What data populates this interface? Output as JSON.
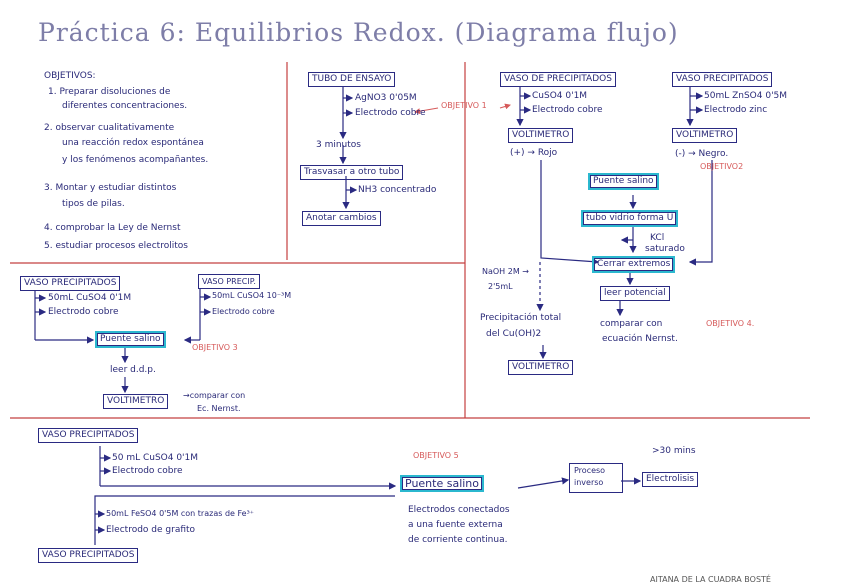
{
  "title": "Práctica 6: Equilibrios Redox. (Diagrama flujo)",
  "objetivos": {
    "heading": "OBJETIVOS:",
    "items": [
      "1. Preparar disoluciones de",
      "diferentes concentraciones.",
      "2. observar cualitativamente",
      "una reacción redox espontánea",
      "y los fenómenos acompañantes.",
      "3. Montar y estudiar distintos",
      "tipos de pilas.",
      "4. comprobar la Ley de Nernst",
      "5. estudiar procesos electrolitos"
    ]
  },
  "tubo": {
    "box1": "TUBO DE ENSAYO",
    "add1": "AgNO3 0'05M",
    "add2": "Electrodo cobre",
    "objetivo": "OBJETIVO 1",
    "wait": "3 minutos",
    "box2": "Trasvasar a otro tubo",
    "add3": "NH3 concentrado",
    "box3": "Anotar cambios"
  },
  "celda": {
    "vaso1": "VASO DE PRECIPITADOS",
    "vaso1_add1": "CuSO4 0'1M",
    "vaso1_add2": "Electrodo cobre",
    "vaso2": "VASO PRECIPITADOS",
    "vaso2_add1": "50mL ZnSO4 0'5M",
    "vaso2_add2": "Electrodo zinc",
    "volt1": "VOLTIMETRO",
    "volt1_note": "(+) → Rojo",
    "volt2": "VOLTIMETRO",
    "volt2_note": "(-) → Negro.",
    "objetivo2": "OBJETIVO2",
    "puente": "Puente salino",
    "tubo_u": "tubo vidrio forma U",
    "kcl1": "KCl",
    "kcl2": "saturado",
    "cerrar": "Cerrar extremos",
    "leer": "leer potencial",
    "comparar1": "comparar con",
    "comparar2": "ecuación Nernst.",
    "objetivo4": "OBJETIVO 4.",
    "naoh1": "NaOH 2M →",
    "naoh2": "2'5mL",
    "precip1": "Precipitación total",
    "precip2": "del Cu(OH)2",
    "volt3": "VOLTIMETRO"
  },
  "pila": {
    "vaso1": "VASO PRECIPITADOS",
    "vaso1_add1": "50mL CuSO4 0'1M",
    "vaso1_add2": "Electrodo cobre",
    "vaso2": "VASO PRECIP.",
    "vaso2_add1": "50mL CuSO4 10⁻³M",
    "vaso2_add2": "Electrodo cobre",
    "puente": "Puente salino",
    "objetivo3": "OBJETIVO 3",
    "leer": "leer d.d.p.",
    "volt": "VOLTIMETRO",
    "comparar1": "→comparar con",
    "comparar2": "Ec. Nernst."
  },
  "electrolisis": {
    "vaso1": "VASO PRECIPITADOS",
    "vaso1_add1": "50 mL CuSO4 0'1M",
    "vaso1_add2": "Electrodo cobre",
    "objetivo5": "OBJETIVO 5",
    "puente": "Puente salino",
    "desc1": "Electrodos conectados",
    "desc2": "a una fuente externa",
    "desc3": "de corriente continua.",
    "proceso1": "Proceso",
    "proceso2": "inverso",
    "tiempo": ">30 mins",
    "electrolisis": "Electrolisis",
    "vaso2_add1": "50mL FeSO4 0'5M con trazas de Fe³⁺",
    "vaso2_add2": "Electrodo de grafito",
    "vaso2": "VASO PRECIPITADOS"
  },
  "author": "AITANA DE LA CUADRA BOSTÉ",
  "colors": {
    "ink": "#2a2a82",
    "accent": "#2bb8cf",
    "objective": "#d65a5a",
    "divider": "#c44040"
  }
}
